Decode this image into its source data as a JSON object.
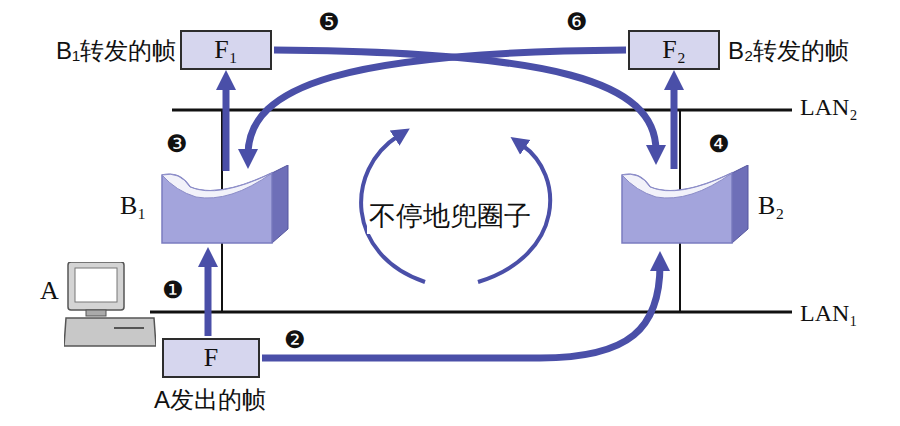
{
  "diagram": {
    "nodes": [
      {
        "text": [
          "F₁"
        ]
      },
      {
        "text": [
          "F₂"
        ]
      },
      {
        "text": [
          "B₁"
        ]
      },
      {
        "text": [
          "B₂"
        ]
      },
      {
        "text": [
          "A"
        ]
      },
      {
        "text": [
          "F"
        ]
      }
    ],
    "edges": [
      {
        "from": 5,
        "to": 2,
        "arrow": "to"
      },
      {
        "from": 5,
        "to": 3,
        "arrow": "to"
      },
      {
        "from": 2,
        "to": 0,
        "arrow": "to"
      },
      {
        "from": 3,
        "to": 1,
        "arrow": "to"
      },
      {
        "from": 0,
        "to": 3,
        "arrow": "to"
      },
      {
        "from": 1,
        "to": 2,
        "arrow": "to"
      }
    ],
    "labels": [
      "B₁转发的帧",
      "❺",
      "❻",
      "B₂转发的帧",
      "LAN₂",
      "❸",
      "❹",
      "不停地兜圈子",
      "LAN₁",
      "❶",
      "❷",
      "A发出的帧"
    ]
  }
}
